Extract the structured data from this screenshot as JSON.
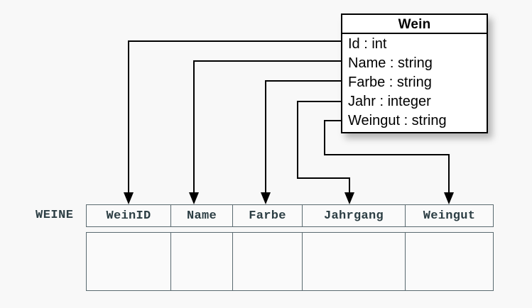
{
  "diagram": {
    "title_note": "UML class to relational table mapping",
    "background": "#f8f8f8",
    "line_color": "#000000",
    "table_border_color": "#5a6a70",
    "table_text_color": "#2c3e44"
  },
  "uml_class": {
    "name": "Wein",
    "attributes": [
      {
        "label": "Id : int",
        "name": "Id",
        "type": "int"
      },
      {
        "label": "Name : string",
        "name": "Name",
        "type": "string"
      },
      {
        "label": "Farbe : string",
        "name": "Farbe",
        "type": "string"
      },
      {
        "label": "Jahr : integer",
        "name": "Jahr",
        "type": "integer"
      },
      {
        "label": "Weingut : string",
        "name": "Weingut",
        "type": "string"
      }
    ]
  },
  "relation": {
    "label": "WEINE",
    "columns": [
      {
        "header": "WeinID"
      },
      {
        "header": "Name"
      },
      {
        "header": "Farbe"
      },
      {
        "header": "Jahrgang"
      },
      {
        "header": "Weingut"
      }
    ],
    "rows": [
      [
        "",
        "",
        "",
        "",
        ""
      ]
    ]
  },
  "mappings": [
    {
      "from": "Id : int",
      "to": "WeinID"
    },
    {
      "from": "Name : string",
      "to": "Name"
    },
    {
      "from": "Farbe : string",
      "to": "Farbe"
    },
    {
      "from": "Jahr : integer",
      "to": "Jahrgang"
    },
    {
      "from": "Weingut : string",
      "to": "Weingut"
    }
  ]
}
